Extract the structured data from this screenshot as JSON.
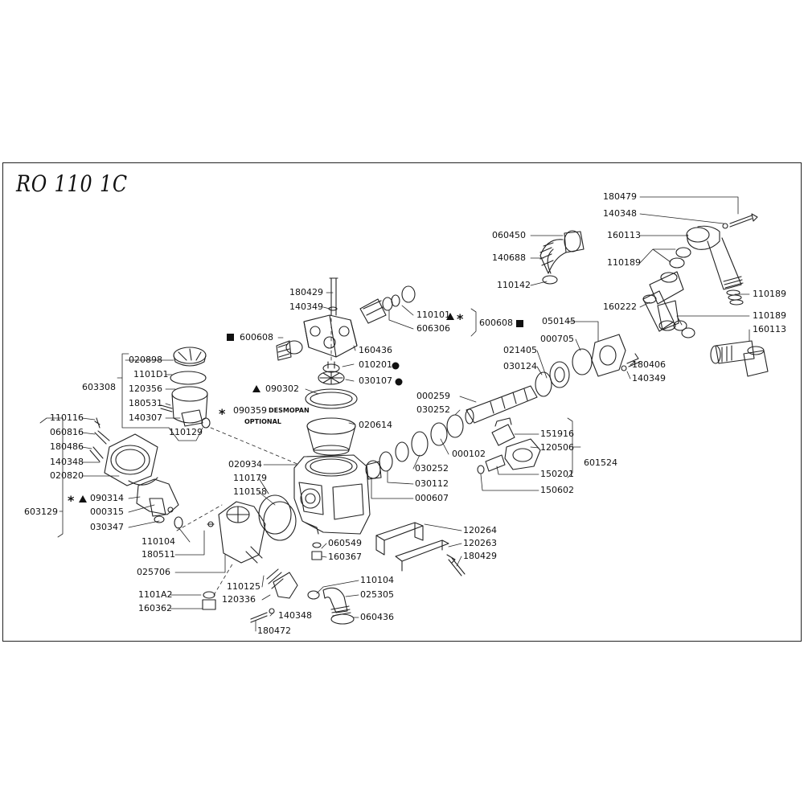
{
  "title": "RO 110 1C",
  "notes": {
    "desmopan": "DESMOPAN",
    "optional": "OPTIONAL"
  },
  "labels": {
    "p180479": "180479",
    "p140348a": "140348",
    "p160113a": "160113",
    "p110189a": "110189",
    "p110189b": "110189",
    "p160222": "160222",
    "p110189c": "110189",
    "p160113b": "160113",
    "p060450": "060450",
    "p140688": "140688",
    "p110142": "110142",
    "p180429a": "180429",
    "p140349a": "140349",
    "p110101": "110101",
    "p606306": "606306",
    "p600608a": "600608",
    "p600608b": "600608",
    "p160436": "160436",
    "p010201": "010201",
    "p030107": "030107",
    "p090302": "090302",
    "p090359": "090359",
    "p020614": "020614",
    "p020898": "020898",
    "p1101D1": "1101D1",
    "p603308": "603308",
    "p120356": "120356",
    "p180531": "180531",
    "p140307": "140307",
    "p110129": "110129",
    "p110116": "110116",
    "p060816": "060816",
    "p180486": "180486",
    "p140348b": "140348",
    "p020820": "020820",
    "p603129": "603129",
    "p090314": "090314",
    "p000315": "000315",
    "p030347": "030347",
    "p110104a": "110104",
    "p180511": "180511",
    "p025706": "025706",
    "p1101A2": "1101A2",
    "p160362": "160362",
    "p110125": "110125",
    "p120336": "120336",
    "p140348c": "140348",
    "p180472": "180472",
    "p020934": "020934",
    "p110179": "110179",
    "p110158": "110158",
    "p060549": "060549",
    "p160367": "160367",
    "p110104b": "110104",
    "p025305": "025305",
    "p060436": "060436",
    "p000259": "000259",
    "p030252a": "030252",
    "p000102": "000102",
    "p030252b": "030252",
    "p030112": "030112",
    "p000607": "000607",
    "p021405": "021405",
    "p000705": "000705",
    "p050145": "050145",
    "p030124": "030124",
    "p180406": "180406",
    "p140349b": "140349",
    "p151916": "151916",
    "p120506": "120506",
    "p601524": "601524",
    "p150201": "150201",
    "p150602": "150602",
    "p120264": "120264",
    "p120263": "120263",
    "p180429b": "180429"
  },
  "icons": {
    "triangle": "triangle-symbol-icon",
    "star": "asterisk-symbol-icon",
    "square": "square-symbol-icon",
    "circle": "circle-symbol-icon"
  }
}
